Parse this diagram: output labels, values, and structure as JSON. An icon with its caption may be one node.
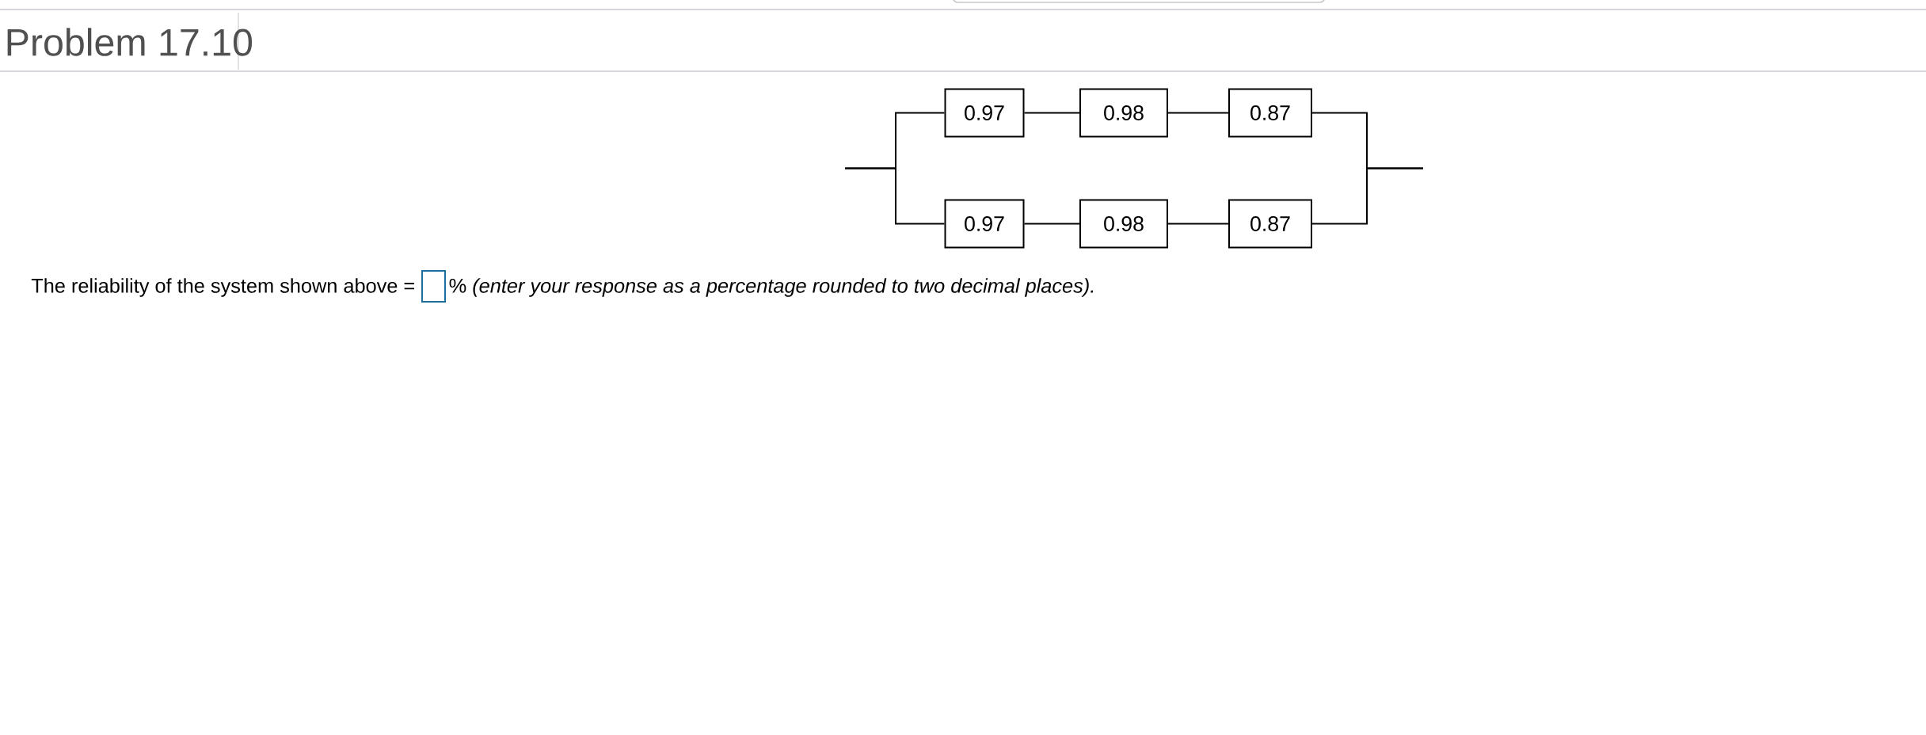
{
  "diagram": {
    "title": "Problem 17.10",
    "nodes": [
      {
        "text": [
          "0.97"
        ]
      },
      {
        "text": [
          "0.98"
        ]
      },
      {
        "text": [
          "0.87"
        ]
      },
      {
        "text": [
          "0.97"
        ]
      },
      {
        "text": [
          "0.98"
        ]
      },
      {
        "text": [
          "0.87"
        ]
      }
    ],
    "edges": [
      {
        "from": null,
        "to": 0,
        "arrow": "none"
      },
      {
        "from": null,
        "to": 3,
        "arrow": "none"
      },
      {
        "from": 0,
        "to": 1,
        "arrow": "none"
      },
      {
        "from": 1,
        "to": 2,
        "arrow": "none"
      },
      {
        "from": 3,
        "to": 4,
        "arrow": "none"
      },
      {
        "from": 4,
        "to": 5,
        "arrow": "none"
      },
      {
        "from": 2,
        "to": null,
        "arrow": "none"
      },
      {
        "from": 5,
        "to": null,
        "arrow": "none"
      }
    ],
    "labels": [
      "The reliability of the system shown above =",
      "% *(enter your response as a percentage rounded to two decimal places).*"
    ]
  }
}
